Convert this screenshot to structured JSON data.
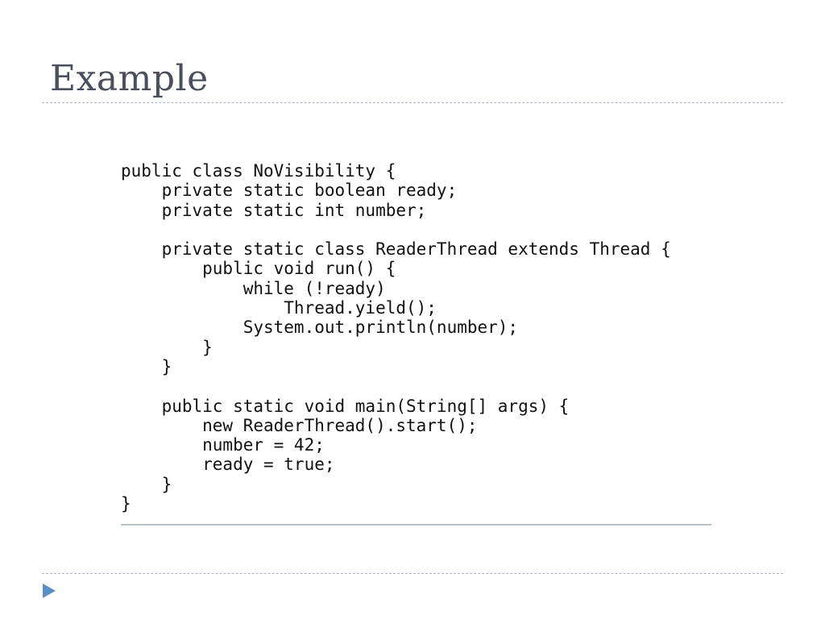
{
  "slide": {
    "title": "Example"
  },
  "code": {
    "language": "java",
    "lines": [
      "public class NoVisibility {",
      "    private static boolean ready;",
      "    private static int number;",
      "",
      "    private static class ReaderThread extends Thread {",
      "        public void run() {",
      "            while (!ready)",
      "                Thread.yield();",
      "            System.out.println(number);",
      "        }",
      "    }",
      "",
      "    public static void main(String[] args) {",
      "        new ReaderThread().start();",
      "        number = 42;",
      "        ready = true;",
      "    }",
      "}"
    ]
  },
  "footer": {
    "nav_icon": "triangle-right-icon",
    "accent_color": "#5b8fc7"
  }
}
